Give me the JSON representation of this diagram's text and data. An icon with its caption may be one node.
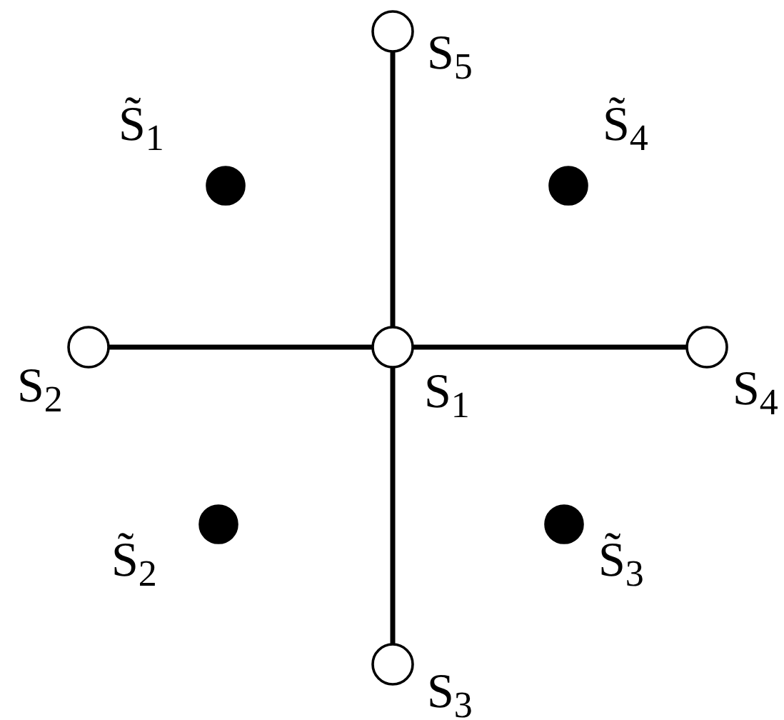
{
  "diagram": {
    "nodes": [
      {
        "text": [],
        "shape": "circle",
        "beside": [
          "S$_{5}$"
        ]
      },
      {
        "text": [],
        "shape": "circle",
        "beside": [
          "S̃$_{1}$"
        ]
      },
      {
        "text": [],
        "shape": "circle",
        "beside": [
          "S̃$_{4}$"
        ]
      },
      {
        "text": [],
        "shape": "circle",
        "beside": [
          "S$_{2}$"
        ]
      },
      {
        "text": [],
        "shape": "circle",
        "beside": [
          "S$_{1}$"
        ]
      },
      {
        "text": [],
        "shape": "circle",
        "beside": [
          "S$_{4}$"
        ]
      },
      {
        "text": [],
        "shape": "circle",
        "beside": [
          "S̃$_{2}$"
        ]
      },
      {
        "text": [],
        "shape": "circle",
        "beside": [
          "S̃$_{3}$"
        ]
      },
      {
        "text": [],
        "shape": "circle",
        "beside": [
          "S$_{3}$"
        ]
      }
    ],
    "edges": [
      {
        "from": 4,
        "to": 0,
        "arrow": "none"
      },
      {
        "from": 4,
        "to": 3,
        "arrow": "none"
      },
      {
        "from": 4,
        "to": 5,
        "arrow": "none"
      },
      {
        "from": 4,
        "to": 8,
        "arrow": "none"
      }
    ]
  }
}
